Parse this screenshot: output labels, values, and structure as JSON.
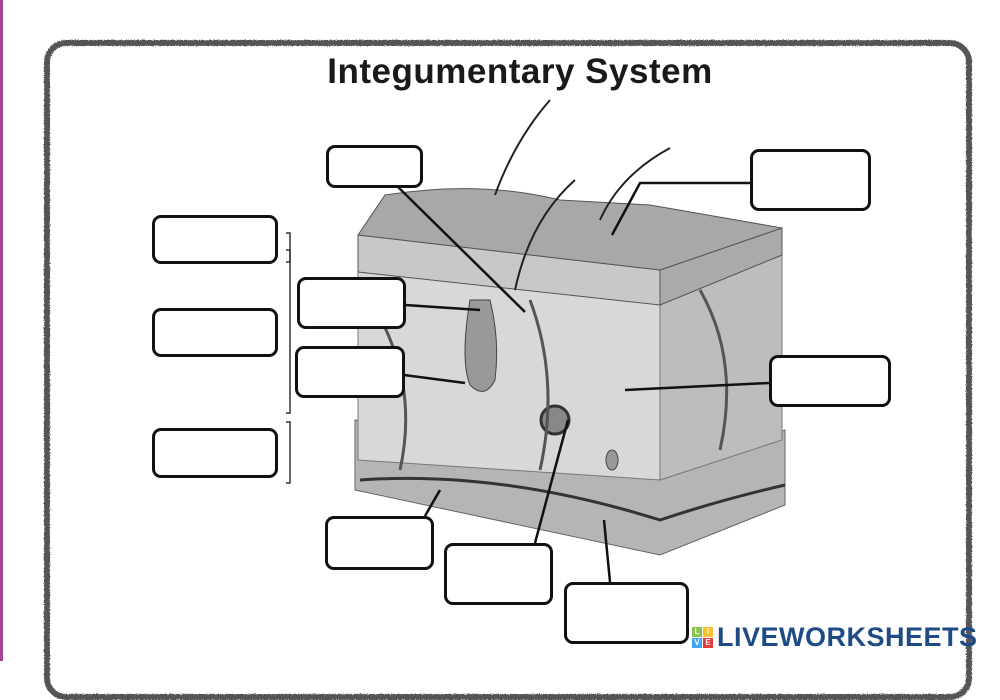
{
  "title": "Integumentary System",
  "labels": [
    "",
    "",
    "",
    "",
    "",
    "",
    "",
    "",
    "",
    "",
    ""
  ],
  "logo": {
    "tiles": [
      "L",
      "I",
      "V",
      "E"
    ],
    "text": "LIVEWORKSHEETS",
    "tile_colors": [
      "#8bc34a",
      "#fbc02d",
      "#42a5f5",
      "#e53935"
    ],
    "brand_color": "#1e4b86"
  },
  "accent_edge_color": "#a0469a"
}
